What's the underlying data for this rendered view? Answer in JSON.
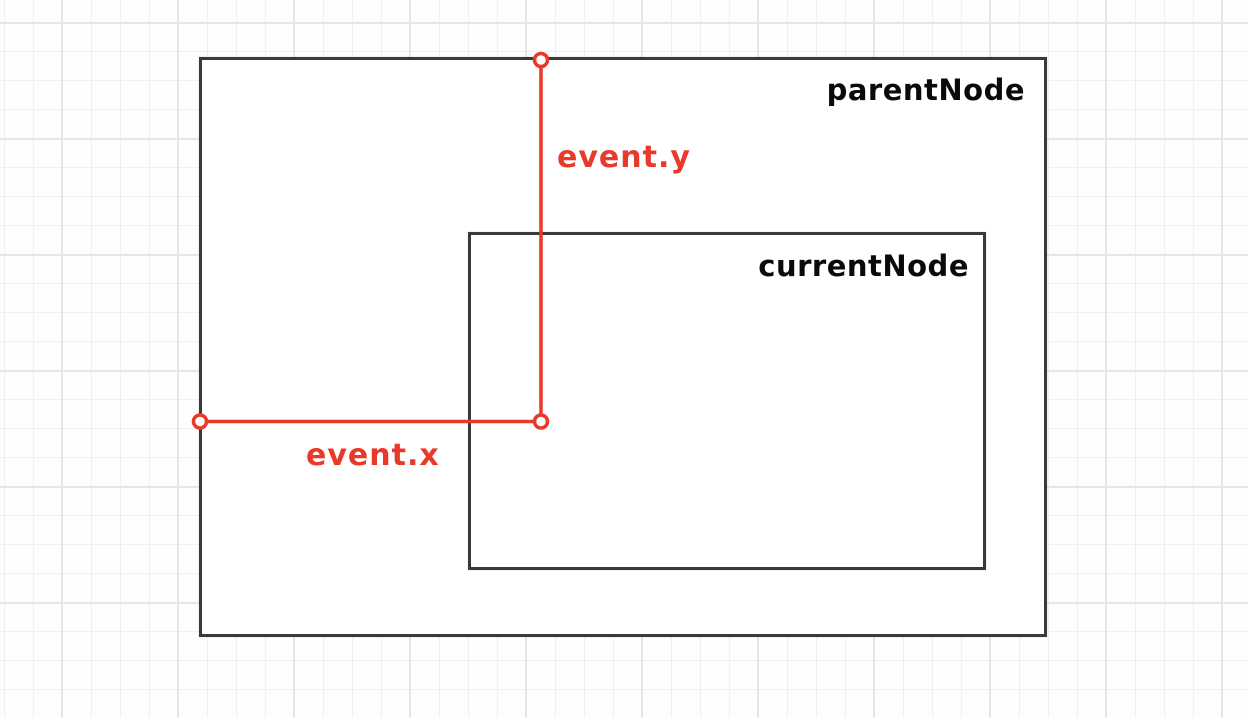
{
  "colors": {
    "accent_red": "#e8392b",
    "stroke_dark": "#3a3a3a",
    "grid_minor": "#f0f0f0",
    "grid_major": "#e6e6e6",
    "background": "#fefefe"
  },
  "diagram": {
    "parent_node": {
      "label": "parentNode"
    },
    "current_node": {
      "label": "currentNode"
    },
    "event_y": {
      "label": "event.y"
    },
    "event_x": {
      "label": "event.x"
    }
  }
}
